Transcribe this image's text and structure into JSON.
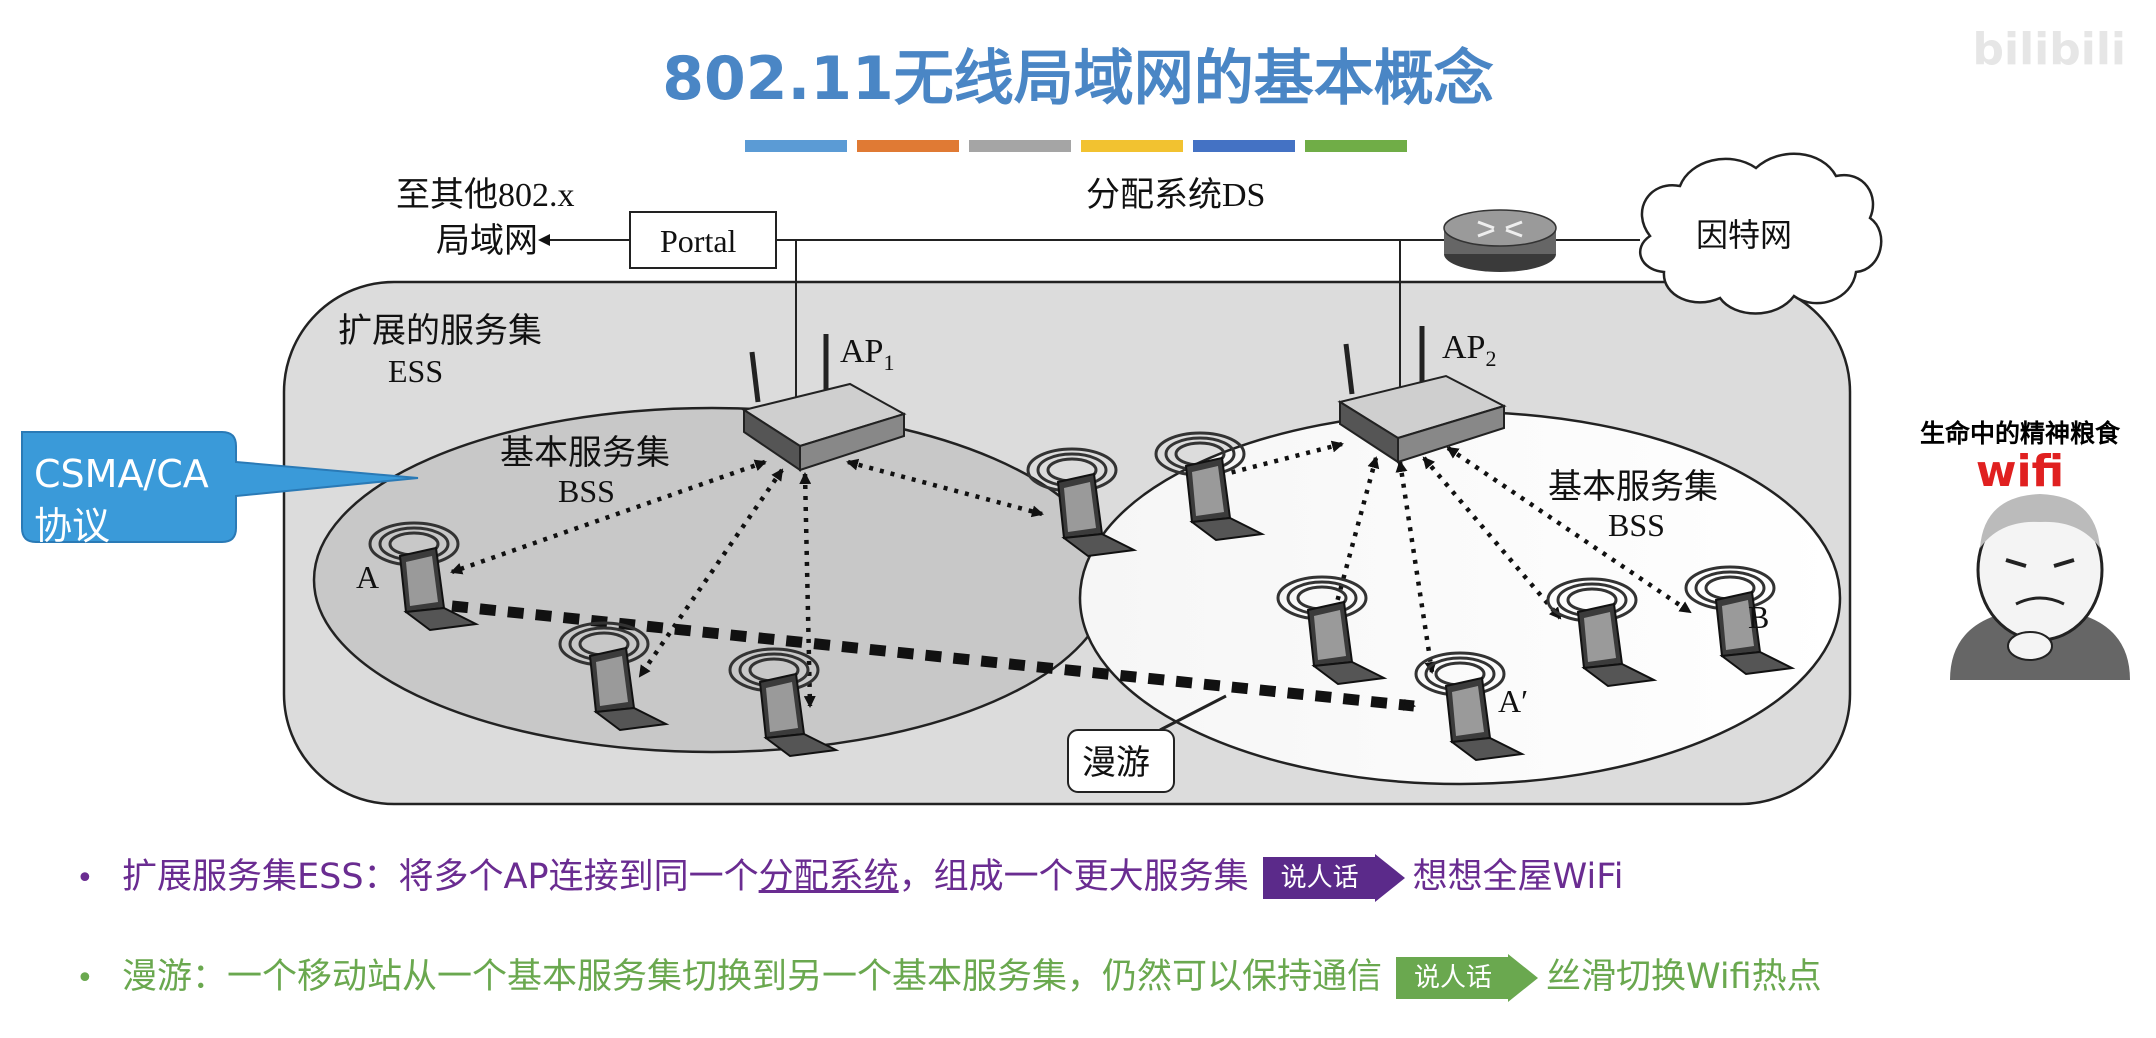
{
  "title": "802.11无线局域网的基本概念",
  "watermark": "bilibili",
  "color_bars": [
    "#5b9bd5",
    "#e07a34",
    "#a5a5a5",
    "#f2c230",
    "#4472c4",
    "#70ad47"
  ],
  "diagram": {
    "to_other_lan_line1": "至其他802.x",
    "to_other_lan_line2": "局域网",
    "portal": "Portal",
    "ds": "分配系统DS",
    "internet": "因特网",
    "ess_line1": "扩展的服务集",
    "ess_line2": "ESS",
    "ap1": "AP",
    "ap1_sub": "1",
    "ap2": "AP",
    "ap2_sub": "2",
    "bss1_line1": "基本服务集",
    "bss1_line2": "BSS",
    "bss2_line1": "基本服务集",
    "bss2_line2": "BSS",
    "station_a": "A",
    "station_a_prime": "A′",
    "station_b": "B",
    "roaming": "漫游"
  },
  "callout": {
    "line1": "CSMA/CA",
    "line2": "协议",
    "color": "#3a9ad9"
  },
  "meme": {
    "caption": "生命中的精神粮食",
    "wifi": "wifi"
  },
  "bullets": [
    {
      "pre": "扩展服务集ESS：将多个AP连接到同一个",
      "underlined": "分配系统",
      "post": "，组成一个更大服务集",
      "tag": "说人话",
      "result": "想想全屋WiFi",
      "color": "#6a2c91",
      "tag_color": "#5b2a8a"
    },
    {
      "pre": "漫游：一个移动站从一个基本服务集切换到另一个基本服务集，仍然可以保持通信",
      "underlined": "",
      "post": "",
      "tag": "说人话",
      "result": "丝滑切换Wifi热点",
      "color": "#6aa84f",
      "tag_color": "#6aa84f"
    }
  ]
}
